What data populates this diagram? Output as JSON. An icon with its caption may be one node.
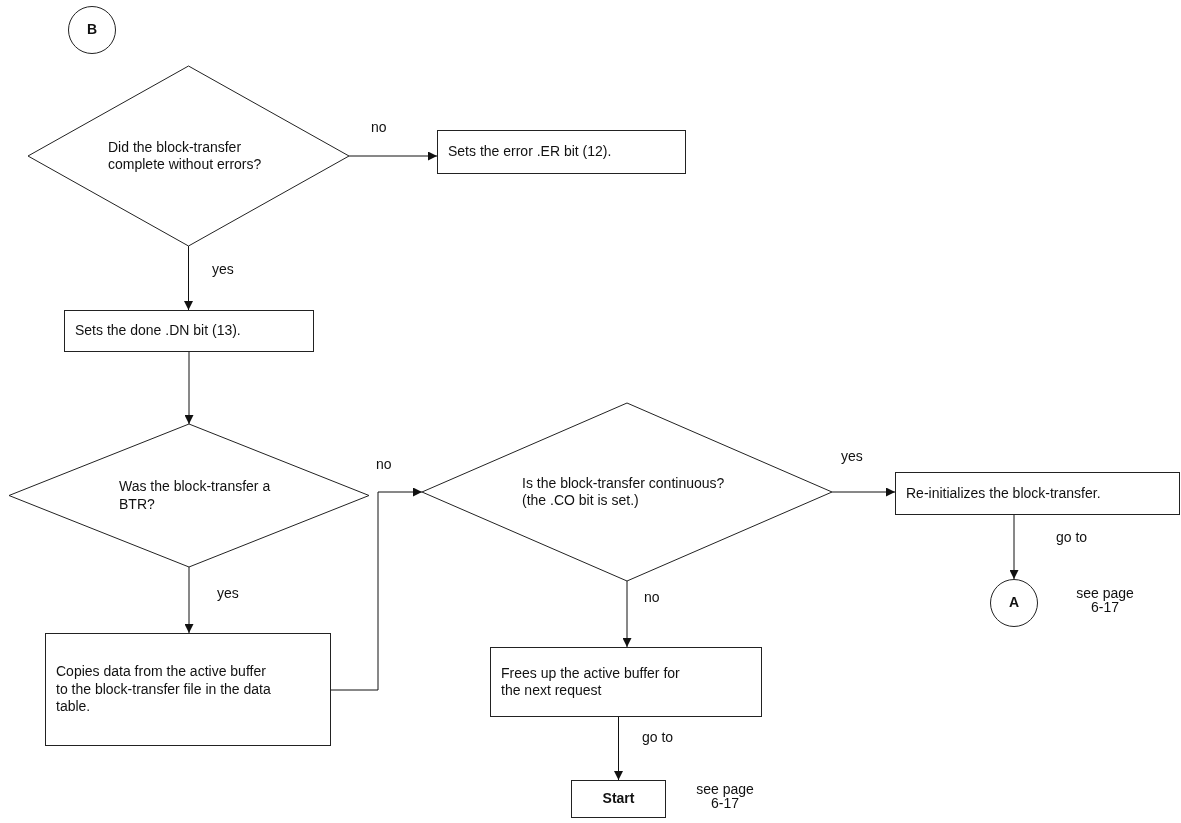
{
  "diagram": {
    "nodes": [
      {
        "text": [
          "B"
        ]
      },
      {
        "text": [
          "Did the block-transfer complete without errors?"
        ]
      },
      {
        "text": [
          "Sets the error .ER bit (12)."
        ]
      },
      {
        "text": [
          "Sets the done .DN bit (13)."
        ]
      },
      {
        "text": [
          "Was the block-transfer a BTR?"
        ]
      },
      {
        "text": [
          "Copies data from the active buffer to the block-transfer file in the data table."
        ]
      },
      {
        "text": [
          "Is the block-transfer continuous? (the .CO bit is set.)"
        ]
      },
      {
        "text": [
          "Re-initializes the block-transfer."
        ]
      },
      {
        "text": [
          "A"
        ],
        "beside": [
          "see page 6-17"
        ]
      },
      {
        "text": [
          "Frees up the active buffer for the next request"
        ]
      },
      {
        "text": [
          "Start"
        ],
        "beside": [
          "see page 6-17"
        ]
      }
    ],
    "edges": [
      {
        "from": 1,
        "to": 2,
        "arrow": "to",
        "label": "no"
      },
      {
        "from": 1,
        "to": 3,
        "arrow": "to",
        "label": "yes"
      },
      {
        "from": 3,
        "to": 4,
        "arrow": "to"
      },
      {
        "from": 4,
        "to": 5,
        "arrow": "to",
        "label": "yes"
      },
      {
        "from": 5,
        "to": 6,
        "arrow": "to",
        "label": "no"
      },
      {
        "from": 6,
        "to": 7,
        "arrow": "to",
        "label": "yes"
      },
      {
        "from": 6,
        "to": 9,
        "arrow": "to",
        "label": "no"
      },
      {
        "from": 7,
        "to": 8,
        "arrow": "to",
        "label": "go to"
      },
      {
        "from": 9,
        "to": 10,
        "arrow": "to",
        "label": "go to"
      }
    ]
  }
}
